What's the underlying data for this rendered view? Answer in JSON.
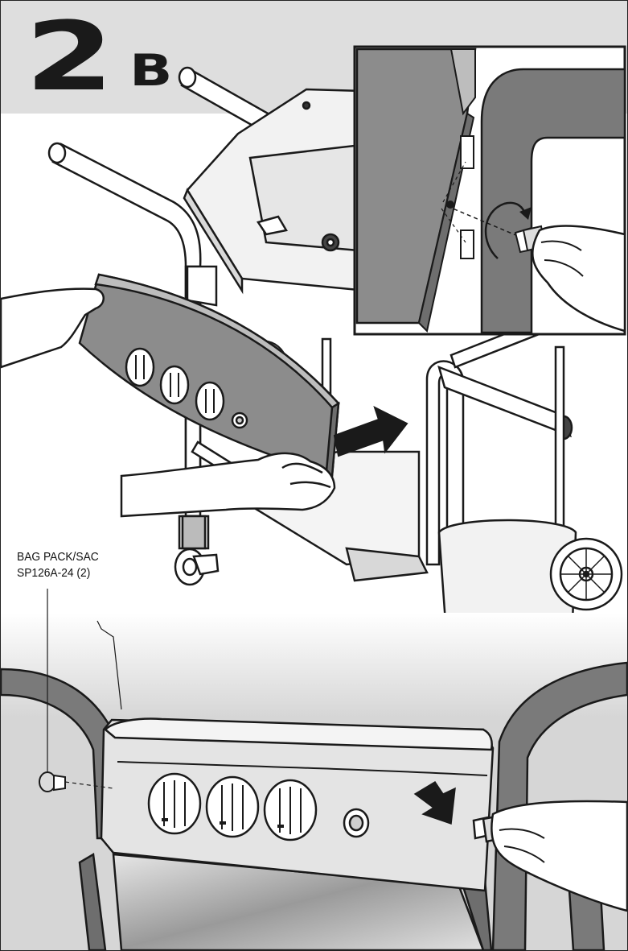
{
  "step": {
    "number": "2",
    "letter": "B"
  },
  "callout": {
    "line1": "BAG PACK/SAC",
    "line2": "SP126A-24 (2)"
  },
  "colors": {
    "panel": "#8c8c8c",
    "panel_light": "#bdbdbd",
    "frame": "#7a7a7a",
    "band": "#dedede",
    "ink": "#1a1a1a"
  },
  "icons": [
    "rotate-arrow-icon",
    "push-arrow-icon",
    "pull-arrow-icon"
  ]
}
